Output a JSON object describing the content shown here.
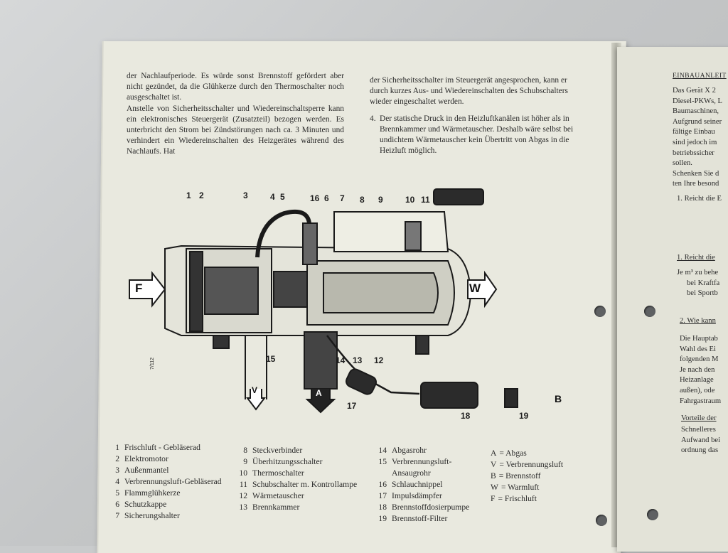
{
  "left_page": {
    "col1": [
      "der Nachlaufperiode. Es würde sonst Brennstoff gefördert aber nicht gezündet, da die Glühkerze durch den Thermoschalter noch ausgeschaltet ist.",
      "Anstelle von Sicherheitsschalter und Wiedereinschaltsperre kann ein elektronisches Steuergerät (Zusatzteil) bezogen werden. Es unterbricht den Strom bei Zündstörungen nach ca. 3 Minuten und verhindert ein Wiedereinschalten des Heizgerätes während des Nachlaufs. Hat"
    ],
    "col2_intro": "der Sicherheitsschalter im Steuergerät angesprochen, kann er durch kurzes Aus- und Wiedereinschalten des Schubschalters wieder eingeschaltet werden.",
    "col2_item4": {
      "num": "4.",
      "text": "Der statische Druck in den Heizluftkanälen ist höher als in Brennkammer und Wärmetauscher. Deshalb wäre selbst bei undichtem Wärmetauscher kein Übertritt von Abgas in die Heizluft möglich."
    }
  },
  "figure": {
    "callouts": [
      "1",
      "2",
      "3",
      "4",
      "5",
      "16",
      "6",
      "7",
      "8",
      "9",
      "10",
      "11",
      "15",
      "14",
      "13",
      "12",
      "17",
      "18",
      "19"
    ],
    "flow_labels": {
      "F": "F",
      "W": "W",
      "V": "V",
      "A": "A",
      "B": "B"
    },
    "figure_code": "7/112"
  },
  "legend": {
    "col1": [
      {
        "n": "1",
        "t": "Frischluft - Gebläserad"
      },
      {
        "n": "2",
        "t": "Elektromotor"
      },
      {
        "n": "3",
        "t": "Außenmantel"
      },
      {
        "n": "4",
        "t": "Verbrennungsluft-Gebläserad"
      },
      {
        "n": "5",
        "t": "Flammglühkerze"
      },
      {
        "n": "6",
        "t": "Schutzkappe"
      },
      {
        "n": "7",
        "t": "Sicherungshalter"
      }
    ],
    "col2": [
      {
        "n": "8",
        "t": "Steckverbinder"
      },
      {
        "n": "9",
        "t": "Überhitzungsschalter"
      },
      {
        "n": "10",
        "t": "Thermoschalter"
      },
      {
        "n": "11",
        "t": "Schubschalter m. Kontrollampe"
      },
      {
        "n": "12",
        "t": "Wärmetauscher"
      },
      {
        "n": "13",
        "t": "Brennkammer"
      }
    ],
    "col3": [
      {
        "n": "14",
        "t": "Abgasrohr"
      },
      {
        "n": "15",
        "t": "Verbrennungsluft-"
      },
      {
        "n": "",
        "t": "Ansaugrohr"
      },
      {
        "n": "16",
        "t": "Schlauchnippel"
      },
      {
        "n": "17",
        "t": "Impulsdämpfer"
      },
      {
        "n": "18",
        "t": "Brennstoffdosierpumpe"
      },
      {
        "n": "19",
        "t": "Brennstoff-Filter"
      }
    ],
    "col4": [
      {
        "k": "A",
        "t": "= Abgas"
      },
      {
        "k": "V",
        "t": "= Verbrennungsluft"
      },
      {
        "k": "B",
        "t": "= Brennstoff"
      },
      {
        "k": "W",
        "t": "= Warmluft"
      },
      {
        "k": "F",
        "t": "= Frischluft"
      }
    ]
  },
  "right_page": {
    "heading": "EINBAUANLEIT",
    "para1": [
      "Das Gerät X 2",
      "Diesel-PKWs, L",
      "Baumaschinen,",
      "Aufgrund seiner",
      "fältige Einbau",
      "sind jedoch im",
      "betriebssicher",
      "sollen.",
      "Schenken Sie d",
      "ten Ihre besond"
    ],
    "q1": "1. Reicht die E",
    "q1b": "1. Reicht die",
    "ans1": [
      "Je m³ zu behe",
      "bei Kraftfa",
      "bei Sportb"
    ],
    "q2": "2. Wie kann",
    "ans2": [
      "Die Hauptab",
      "Wahl des Ei",
      "folgenden M",
      "Je nach den",
      "Heizanlage",
      "außen), ode",
      "Fahrgastraum"
    ],
    "q3": "Vorteile der",
    "ans3": [
      "Schnelleres",
      "Aufwand bei",
      "ordnung das"
    ]
  }
}
